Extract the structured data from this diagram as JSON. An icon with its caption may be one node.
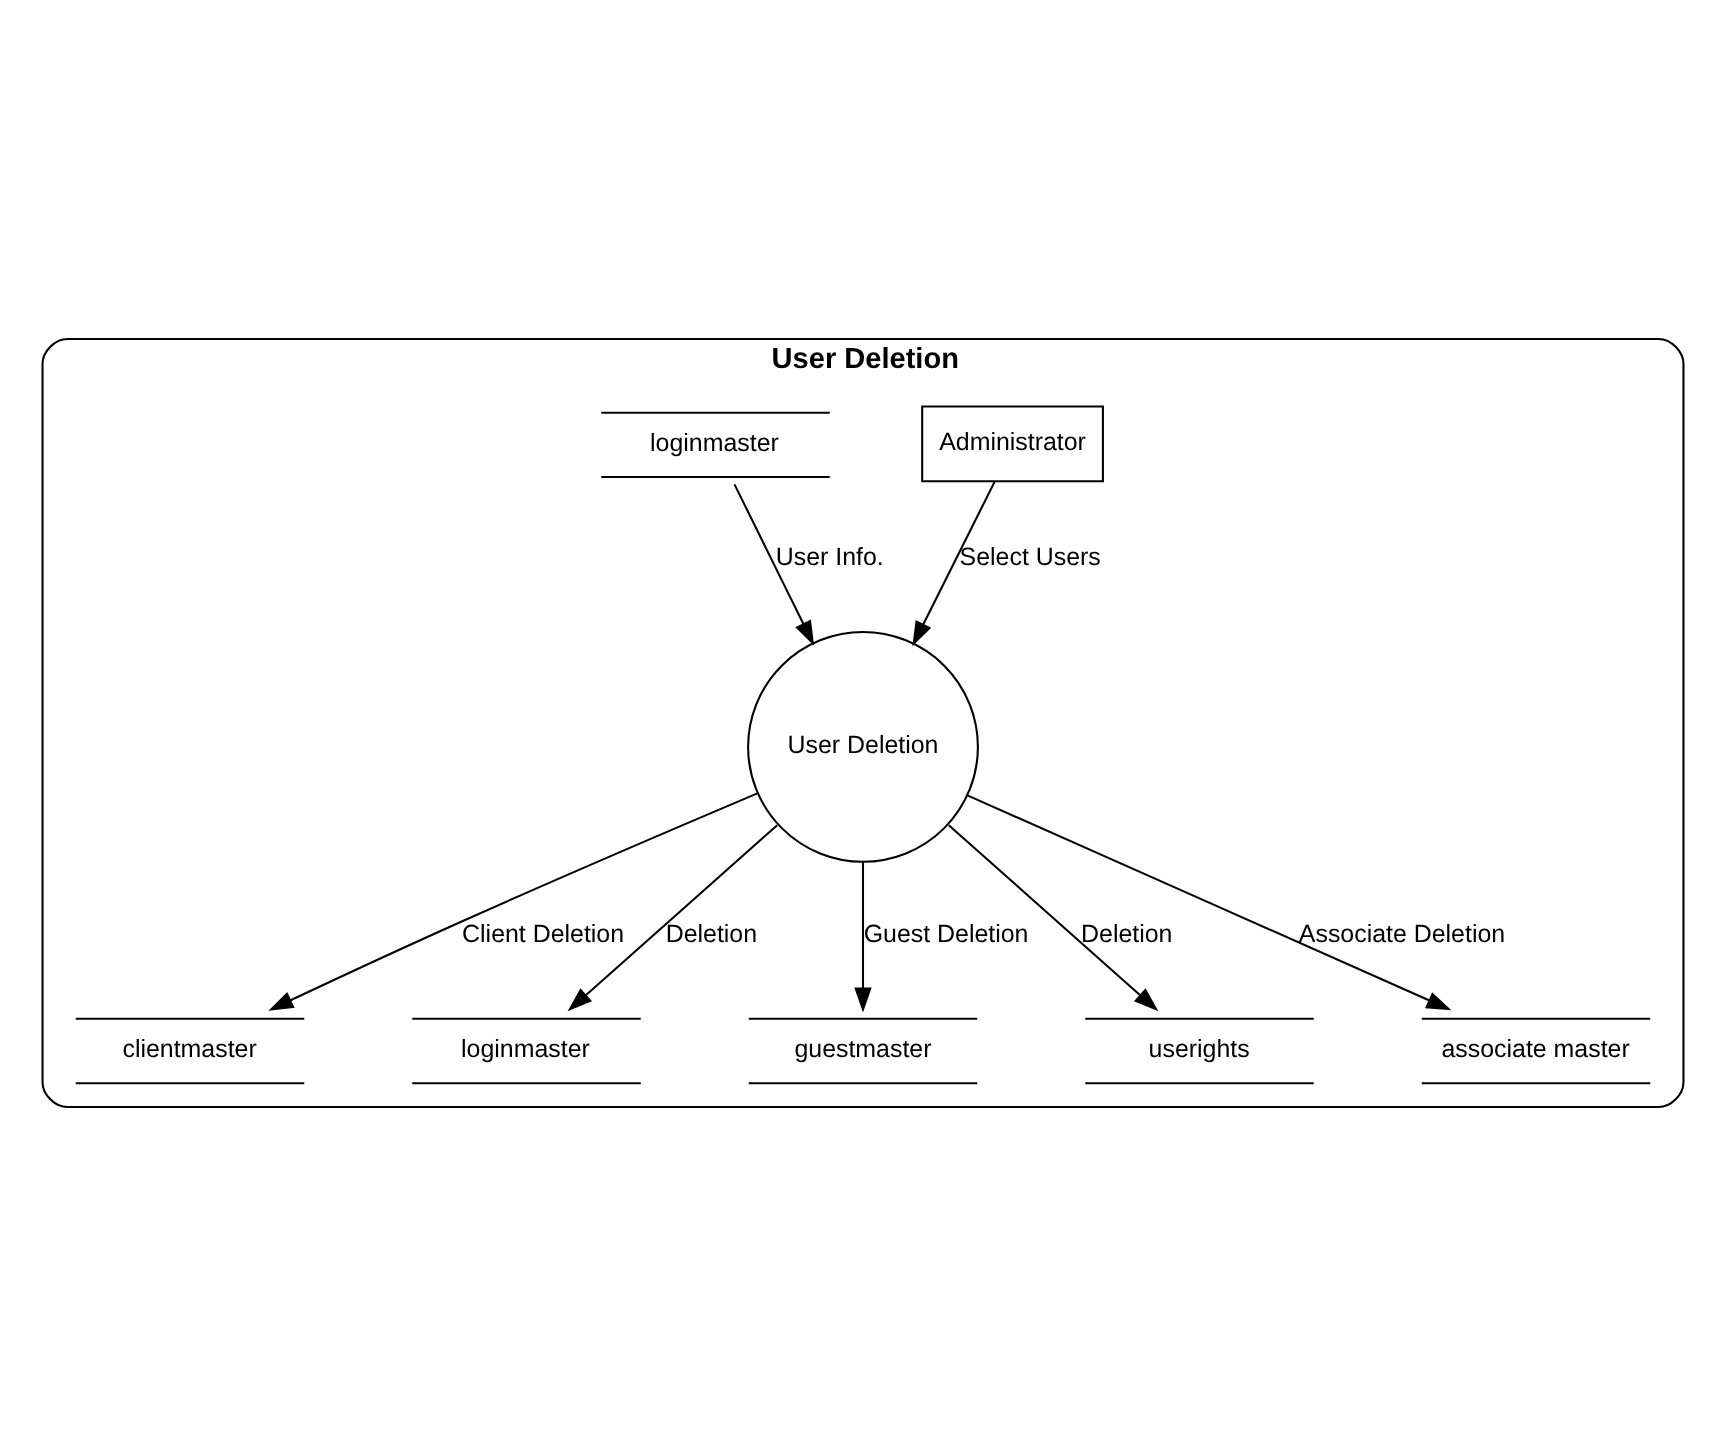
{
  "diagram": {
    "nodes": [
      {
        "text": [
          "User Deletion"
        ]
      },
      {
        "text": [
          "Administrator"
        ],
        "in": 0
      },
      {
        "text": [
          "loginmaster"
        ],
        "in": 0
      },
      {
        "text": [
          "User Deletion"
        ],
        "in": 0
      },
      {
        "text": [
          "clientmaster"
        ],
        "in": 0
      },
      {
        "text": [
          "loginmaster"
        ],
        "in": 0
      },
      {
        "text": [
          "guestmaster"
        ],
        "in": 0
      },
      {
        "text": [
          "userights"
        ],
        "in": 0
      },
      {
        "text": [
          "associate master"
        ],
        "in": 0
      }
    ],
    "edges": [
      {
        "from": 1,
        "to": 3,
        "arrow": "to",
        "label": "Select Users"
      },
      {
        "from": 2,
        "to": 3,
        "arrow": "to",
        "label": "User Info."
      },
      {
        "from": 3,
        "to": 4,
        "arrow": "to",
        "label": "Client Deletion"
      },
      {
        "from": 3,
        "to": 5,
        "arrow": "to",
        "label": "Deletion"
      },
      {
        "from": 3,
        "to": 6,
        "arrow": "to",
        "label": "Guest Deletion"
      },
      {
        "from": 3,
        "to": 7,
        "arrow": "to",
        "label": "Deletion"
      },
      {
        "from": 3,
        "to": 8,
        "arrow": "to",
        "label": "Associate Deletion"
      }
    ]
  }
}
